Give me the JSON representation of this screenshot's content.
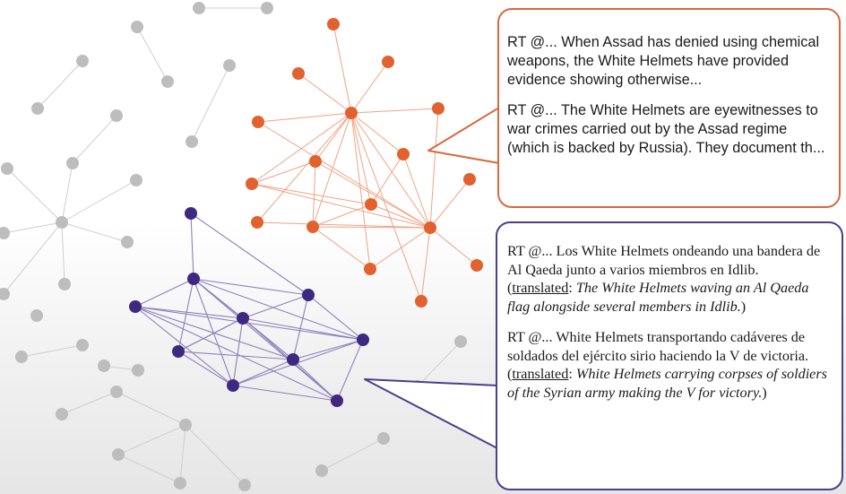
{
  "colors": {
    "orange": "#e1622f",
    "purple": "#3d2a80",
    "gray_node": "#bdbdbd",
    "gray_edge": "#cfcfcf",
    "orange_edge": "#f0a383",
    "purple_edge": "#8d80bd"
  },
  "callouts": {
    "orange": {
      "tweets": [
        "RT @... When Assad has denied using chemical weapons, the White Helmets have provided evidence showing otherwise...",
        "RT @... The White Helmets are eyewitnesses to war crimes carried out by the Assad regime (which is backed by Russia). They document th..."
      ]
    },
    "purple": {
      "tweets": [
        {
          "original": "RT @... Los White Helmets ondeando una bandera de Al Qaeda junto a varios miembros en Idlib.",
          "translated_label": "translated",
          "open_paren": "(",
          "colon": ": ",
          "translation": "The White Helmets waving an Al Qaeda flag alongside several members in Idlib.",
          "close_paren": ")"
        },
        {
          "original": "RT @... White Helmets transportando cadáveres de soldados del ejército sirio haciendo la V de victoria.",
          "translated_label": "translated",
          "open_paren": "(",
          "colon": ": ",
          "translation": "White Helmets carrying corpses of soldiers of the Syrian army making the V for victory.",
          "close_paren": ")"
        }
      ]
    }
  }
}
